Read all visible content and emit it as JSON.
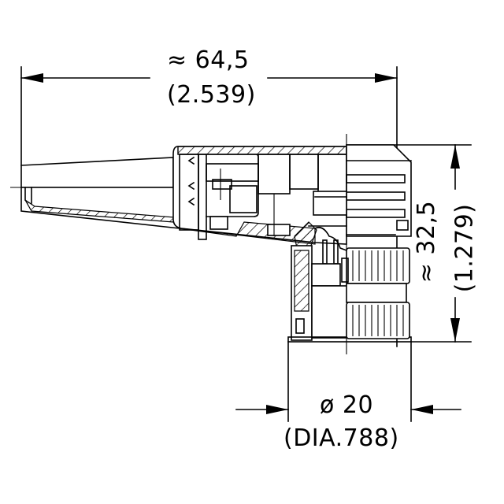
{
  "drawing": {
    "subject": "right-angle circular connector, side view with partial section",
    "line_color": "#000000",
    "background": "#ffffff"
  },
  "dimensions": {
    "overall_length": {
      "metric": "≈ 64,5",
      "imperial": "(2.539)"
    },
    "height": {
      "metric": "≈ 32,5",
      "imperial": "(1.279)"
    },
    "diameter": {
      "metric": "ø 20",
      "imperial": "(DIA.788)"
    }
  }
}
